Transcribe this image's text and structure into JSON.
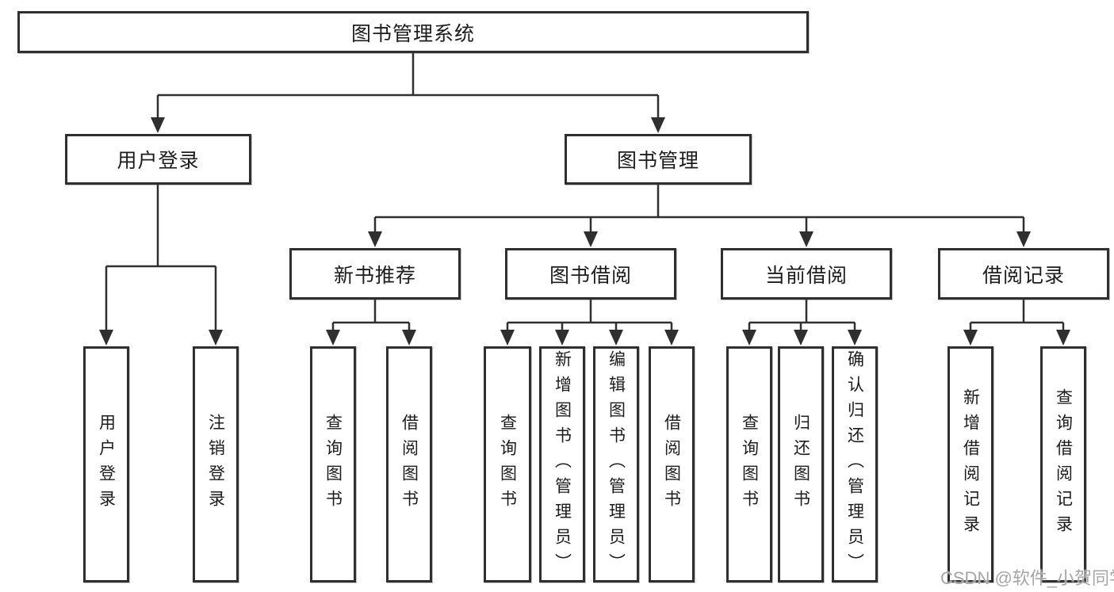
{
  "diagram": {
    "watermark": "CSDN @软件_小贺同学",
    "colors": {
      "line": "#2f2f2f",
      "border": "#2f2f2f",
      "text": "#1c1c1c",
      "background": "#ffffff",
      "watermark": "#a6a6a6"
    }
  },
  "tree": {
    "label": "图书管理系统",
    "children": [
      {
        "label": "用户登录",
        "children": [
          {
            "label": "用户登录"
          },
          {
            "label": "注销登录"
          }
        ]
      },
      {
        "label": "图书管理",
        "children": [
          {
            "label": "新书推荐",
            "children": [
              {
                "label": "查询图书"
              },
              {
                "label": "借阅图书"
              }
            ]
          },
          {
            "label": "图书借阅",
            "children": [
              {
                "label": "查询图书"
              },
              {
                "label": "新增图书（管理员）"
              },
              {
                "label": "编辑图书（管理员）"
              },
              {
                "label": "借阅图书"
              }
            ]
          },
          {
            "label": "当前借阅",
            "children": [
              {
                "label": "查询图书"
              },
              {
                "label": "归还图书"
              },
              {
                "label": "确认归还（管理员）"
              }
            ]
          },
          {
            "label": "借阅记录",
            "children": [
              {
                "label": "新增借阅记录"
              },
              {
                "label": "查询借阅记录"
              }
            ]
          }
        ]
      }
    ]
  }
}
